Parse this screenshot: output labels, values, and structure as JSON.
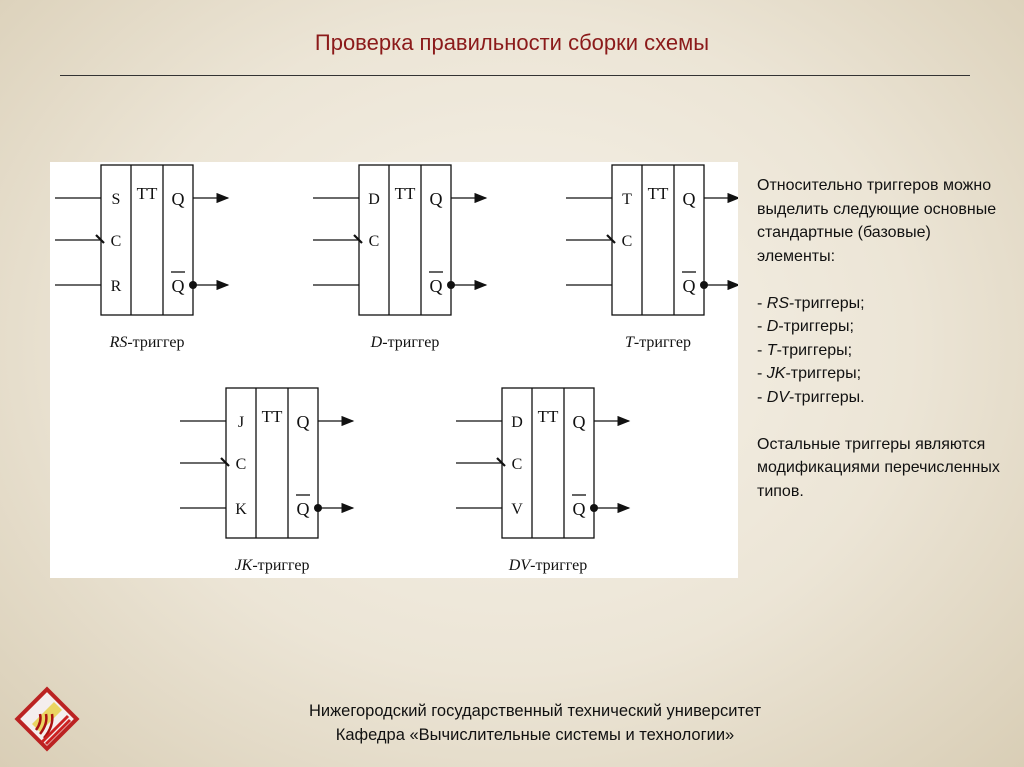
{
  "title": "Проверка правильности сборки схемы",
  "triggers": [
    {
      "inputs": [
        "S",
        "C",
        "R"
      ],
      "type": "TT",
      "outputs": [
        "Q",
        "Q"
      ],
      "caption_italic": "RS",
      "caption_rest": "-триггер"
    },
    {
      "inputs": [
        "D",
        "C",
        ""
      ],
      "type": "TT",
      "outputs": [
        "Q",
        "Q"
      ],
      "caption_italic": "D",
      "caption_rest": "-триггер"
    },
    {
      "inputs": [
        "T",
        "C",
        ""
      ],
      "type": "TT",
      "outputs": [
        "Q",
        "Q"
      ],
      "caption_italic": "T",
      "caption_rest": "-триггер"
    },
    {
      "inputs": [
        "J",
        "C",
        "K"
      ],
      "type": "TT",
      "outputs": [
        "Q",
        "Q"
      ],
      "caption_italic": "JK",
      "caption_rest": "-триггер"
    },
    {
      "inputs": [
        "D",
        "C",
        "V"
      ],
      "type": "TT",
      "outputs": [
        "Q",
        "Q"
      ],
      "caption_italic": "DV",
      "caption_rest": "-триггер"
    }
  ],
  "side": {
    "intro": "Относительно триггеров можно выделить следующие основные стандартные (базовые) элементы:",
    "items": [
      {
        "italic": "RS",
        "rest": "-триггеры;"
      },
      {
        "italic": "D",
        "rest": "-триггеры;"
      },
      {
        "italic": "T",
        "rest": "-триггеры;"
      },
      {
        "italic": "JK",
        "rest": "-триггеры;"
      },
      {
        "italic": "DV",
        "rest": "-триггеры."
      }
    ],
    "outro": "Остальные триггеры являются модификациями перечисленных типов."
  },
  "footer": {
    "line1": "Нижегородский государственный технический университет",
    "line2": "Кафедра «Вычислительные системы и технологии»"
  }
}
